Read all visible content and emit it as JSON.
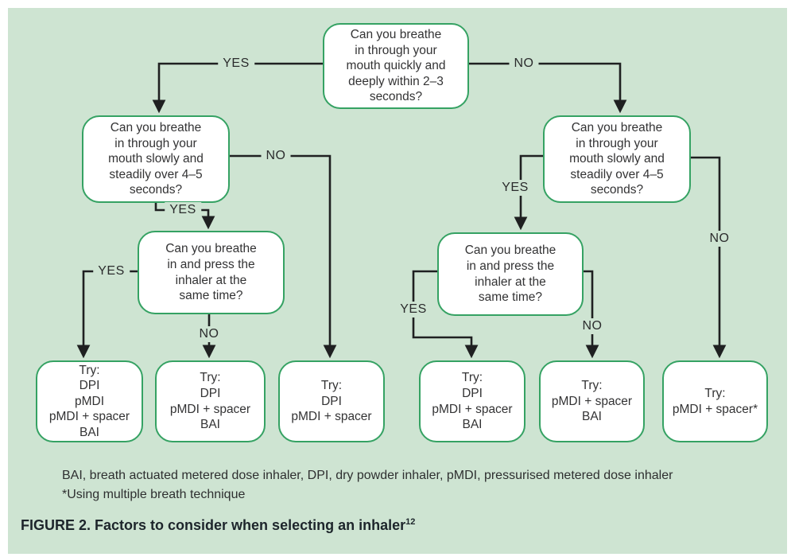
{
  "palette": {
    "panel_bg": "#cee4d2",
    "page_bg": "#ffffff",
    "box_border": "#35a263",
    "box_bg": "#ffffff",
    "line_color": "#1f2021",
    "text_color": "#333334",
    "caption_color": "#1d252b"
  },
  "nodes": {
    "q_top": {
      "text": "Can you breathe\nin through your\nmouth quickly and\ndeeply within 2–3\nseconds?"
    },
    "q_left": {
      "text": "Can you breathe\nin through your\nmouth slowly and\nsteadily over 4–5\nseconds?"
    },
    "q_right": {
      "text": "Can you breathe\nin through your\nmouth slowly and\nsteadily over 4–5\nseconds?"
    },
    "q_press_left": {
      "text": "Can you breathe\nin and press the\ninhaler at the\nsame time?"
    },
    "q_press_right": {
      "text": "Can you breathe\nin and press the\ninhaler at the\nsame time?"
    },
    "result_1": {
      "text": "Try:\nDPI\npMDI\npMDI + spacer\nBAI"
    },
    "result_2": {
      "text": "Try:\nDPI\npMDI + spacer\nBAI"
    },
    "result_3": {
      "text": "Try:\nDPI\npMDI + spacer"
    },
    "result_4": {
      "text": "Try:\nDPI\npMDI + spacer\nBAI"
    },
    "result_5": {
      "text": "Try:\npMDI + spacer\nBAI"
    },
    "result_6": {
      "text": "Try:\npMDI + spacer*"
    }
  },
  "edges": {
    "top_yes": {
      "label": "YES"
    },
    "top_no": {
      "label": "NO"
    },
    "left_no": {
      "label": "NO"
    },
    "left_yes": {
      "label": "YES"
    },
    "press_left_yes": {
      "label": "YES"
    },
    "press_left_no": {
      "label": "NO"
    },
    "right_yes": {
      "label": "YES"
    },
    "right_no": {
      "label": "NO"
    },
    "press_right_yes": {
      "label": "YES"
    },
    "press_right_no": {
      "label": "NO"
    }
  },
  "footnotes": {
    "abbreviations": "BAI, breath actuated metered dose inhaler, DPI, dry powder inhaler, pMDI, pressurised metered dose inhaler",
    "asterisk": "*Using multiple breath technique"
  },
  "caption": {
    "text": "FIGURE 2. Factors to consider when selecting an inhaler",
    "reference": "12"
  }
}
